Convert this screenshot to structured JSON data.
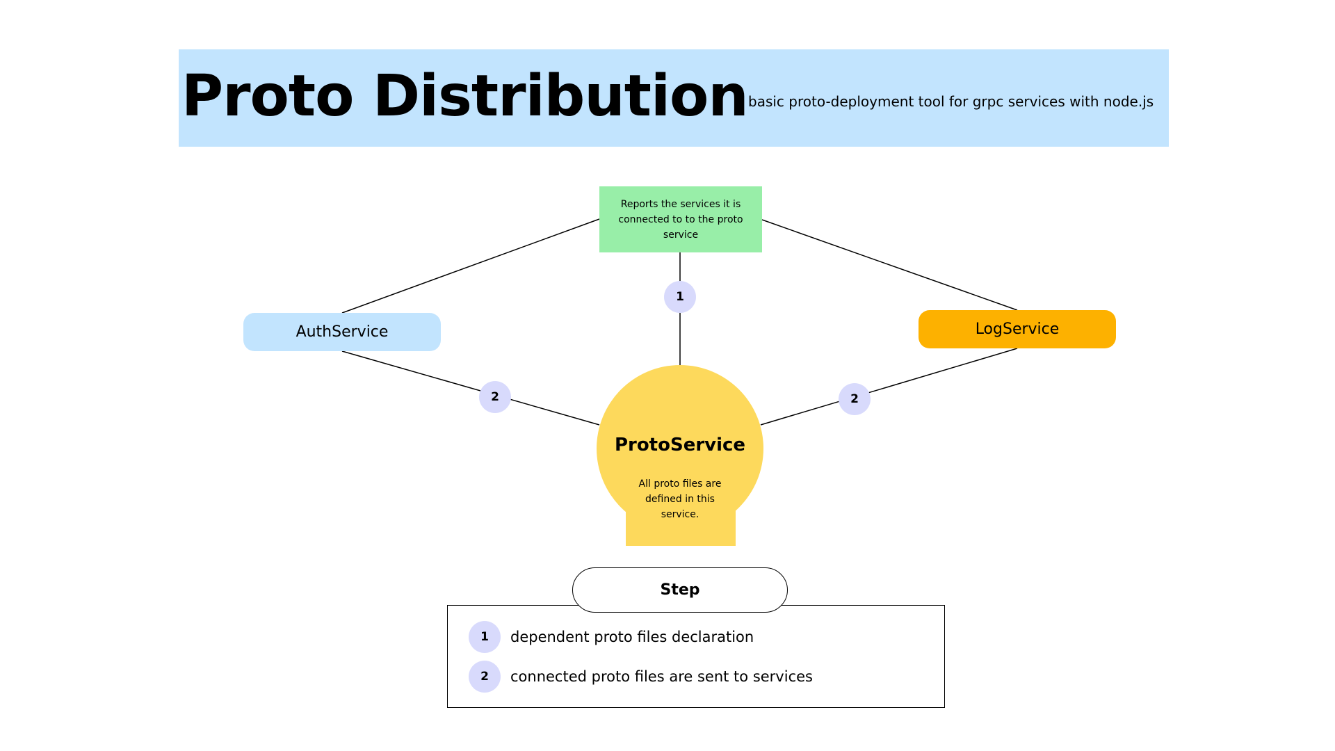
{
  "header": {
    "title": "Proto Distribution",
    "subtitle": "basic proto-deployment tool for grpc services with node.js"
  },
  "diagram": {
    "report_box": {
      "text": "Reports the services it is connected to to the proto service"
    },
    "auth_service": {
      "label": "AuthService"
    },
    "log_service": {
      "label": "LogService"
    },
    "proto_service": {
      "title": "ProtoService",
      "description": "All proto files are defined in this service."
    },
    "badges": {
      "top": "1",
      "left": "2",
      "right": "2"
    }
  },
  "legend": {
    "title": "Step",
    "items": [
      {
        "number": "1",
        "text": "dependent proto files declaration"
      },
      {
        "number": "2",
        "text": "connected proto files are sent to services"
      }
    ]
  },
  "colors": {
    "header_bg": "#c2e4fe",
    "report_bg": "#98eea8",
    "auth_bg": "#c2e4fe",
    "log_bg": "#fdb100",
    "proto_bg": "#fdd95c",
    "badge_bg": "#d8dafc"
  }
}
